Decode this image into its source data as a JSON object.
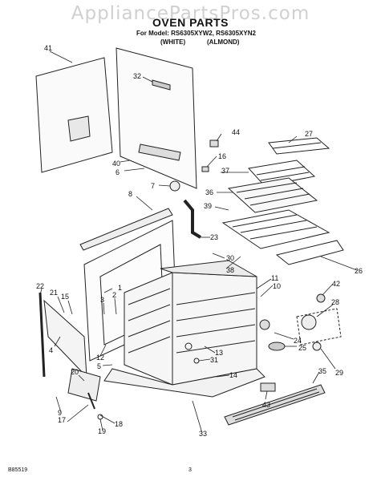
{
  "header": {
    "watermark": "AppliancePartsPros.com",
    "title": "OVEN PARTS",
    "models_line": "For Model: RS6305XYW2, RS6305XYN2",
    "finish_white": "(WHITE)",
    "finish_almond": "(ALMOND)"
  },
  "callouts": [
    "41",
    "32",
    "44",
    "27",
    "40",
    "6",
    "16",
    "7",
    "37",
    "36",
    "39",
    "8",
    "23",
    "30",
    "26",
    "38",
    "22",
    "11",
    "10",
    "1",
    "42",
    "21",
    "15",
    "3",
    "2",
    "28",
    "4",
    "12",
    "24",
    "25",
    "5",
    "13",
    "31",
    "20",
    "14",
    "35",
    "29",
    "9",
    "43",
    "17",
    "18",
    "19",
    "33"
  ],
  "footer": {
    "code": "B85519",
    "page": "3"
  }
}
